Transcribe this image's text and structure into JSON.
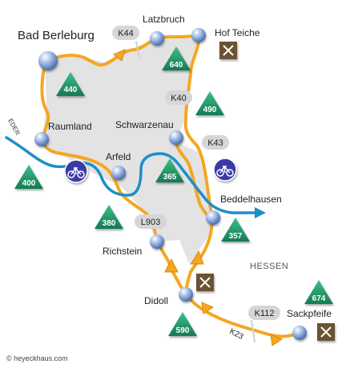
{
  "map": {
    "region_label": "HESSEN",
    "copyright": "© heyeckhaus.com",
    "river": {
      "name": "EDER"
    },
    "places": {
      "bad_berleburg": "Bad Berleburg",
      "latzbruch": "Latzbruch",
      "hof_teiche": "Hof Teiche",
      "raumland": "Raumland",
      "schwarzenau": "Schwarzenau",
      "arfeld": "Arfeld",
      "beddelhausen": "Beddelhausen",
      "richstein": "Richstein",
      "didoll": "Didoll",
      "sackpfeife": "Sackpfeife"
    },
    "roads": {
      "k44": "K44",
      "k40": "K40",
      "k43": "K43",
      "l903": "L903",
      "k112": "K112",
      "k23": "K23"
    },
    "elevations": {
      "e440": "440",
      "e640": "640",
      "e490": "490",
      "e400": "400",
      "e365": "365",
      "e380": "380",
      "e357": "357",
      "e590": "590",
      "e674": "674"
    },
    "colors": {
      "route": "#f5a623",
      "river": "#1d8fc9",
      "area": "#e3e3e3",
      "marker": "#7aa0d8",
      "elevation": "#1f9b6b",
      "bike_bg": "#3a3aa8",
      "road_label": "#d6d6d6",
      "restaurant": "#6a5232"
    },
    "icons": [
      "restaurant-icon",
      "bicycle-icon",
      "elevation-triangle-icon",
      "waypoint-marker-icon",
      "direction-arrow-icon"
    ]
  }
}
